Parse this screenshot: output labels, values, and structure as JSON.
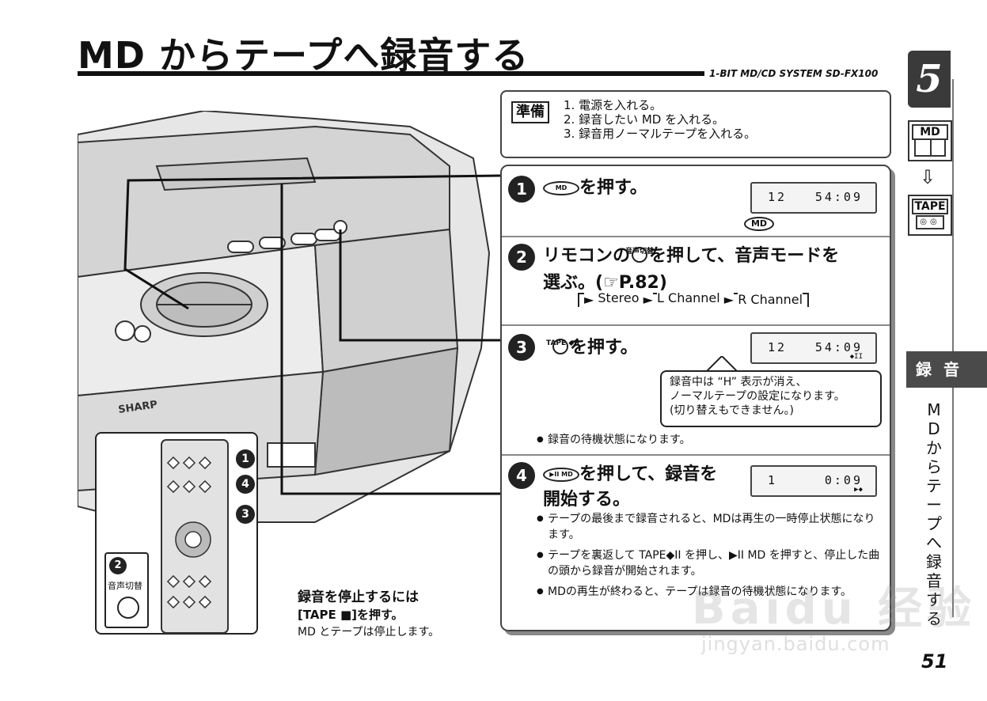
{
  "header": {
    "title": "MD からテープへ録音する",
    "system_name": "1-BIT MD/CD SYSTEM  SD-FX100"
  },
  "side_tab": {
    "chapter": "5",
    "md_label": "MD",
    "arrow": "⇩",
    "tape_label": "TAPE",
    "section": "録 音",
    "vertical_title": "MDからテープへ録音する"
  },
  "prep": {
    "label": "準備",
    "items": [
      "1. 電源を入れる。",
      "2. 録音したい MD を入れる。",
      "3. 録音用ノーマルテープを入れる。"
    ]
  },
  "steps": [
    {
      "num": "1",
      "button": "MD",
      "text": "を押す。",
      "lcd": {
        "track": "12",
        "time": "54:09",
        "indicator": "",
        "mark": "MD"
      }
    },
    {
      "num": "2",
      "text_a": "リモコンの",
      "button_caption": "音声切替",
      "text_b": "を押して、音声モードを",
      "text_c": "選ぶ。(☞P.82)",
      "modes": [
        "Stereo",
        "L Channel",
        "R Channel"
      ]
    },
    {
      "num": "3",
      "button_caption": "TAPE ◆II",
      "text": "を押す。",
      "lcd": {
        "track": "12",
        "time": "54:09",
        "indicator": "◆II"
      },
      "callout": [
        "録音中は “H” 表示が消え、",
        "ノーマルテープの設定になります。",
        "(切り替えもできません。)"
      ],
      "note": "録音の待機状態になります。"
    },
    {
      "num": "4",
      "button": "▶II MD",
      "text_a": "を押して、録音を",
      "text_b": "開始する。",
      "lcd": {
        "track": "1",
        "time": "0:09",
        "indicator": "▶◆"
      },
      "notes": [
        "テープの最後まで録音されると、MDは再生の一時停止状態になります。",
        "テープを裏返して TAPE◆II を押し、▶II MD を押すと、停止した曲の頭から録音が開始されます。",
        "MDの再生が終わると、テープは録音の待機状態になります。"
      ]
    }
  ],
  "remote": {
    "labels": [
      "1",
      "4",
      "3"
    ],
    "sub_num": "2",
    "sub_caption": "音声切替"
  },
  "stop_note": {
    "title": "録音を停止するには",
    "instruction": "[TAPE ■]を押す。",
    "detail": "MD とテープは停止します。"
  },
  "page_number": "51",
  "watermark": {
    "main": "Baidu 经验",
    "sub": "jingyan.baidu.com"
  },
  "colors": {
    "ink": "#111111",
    "tab_dark": "#3a3a3a",
    "panel_shadow": "#888888"
  }
}
